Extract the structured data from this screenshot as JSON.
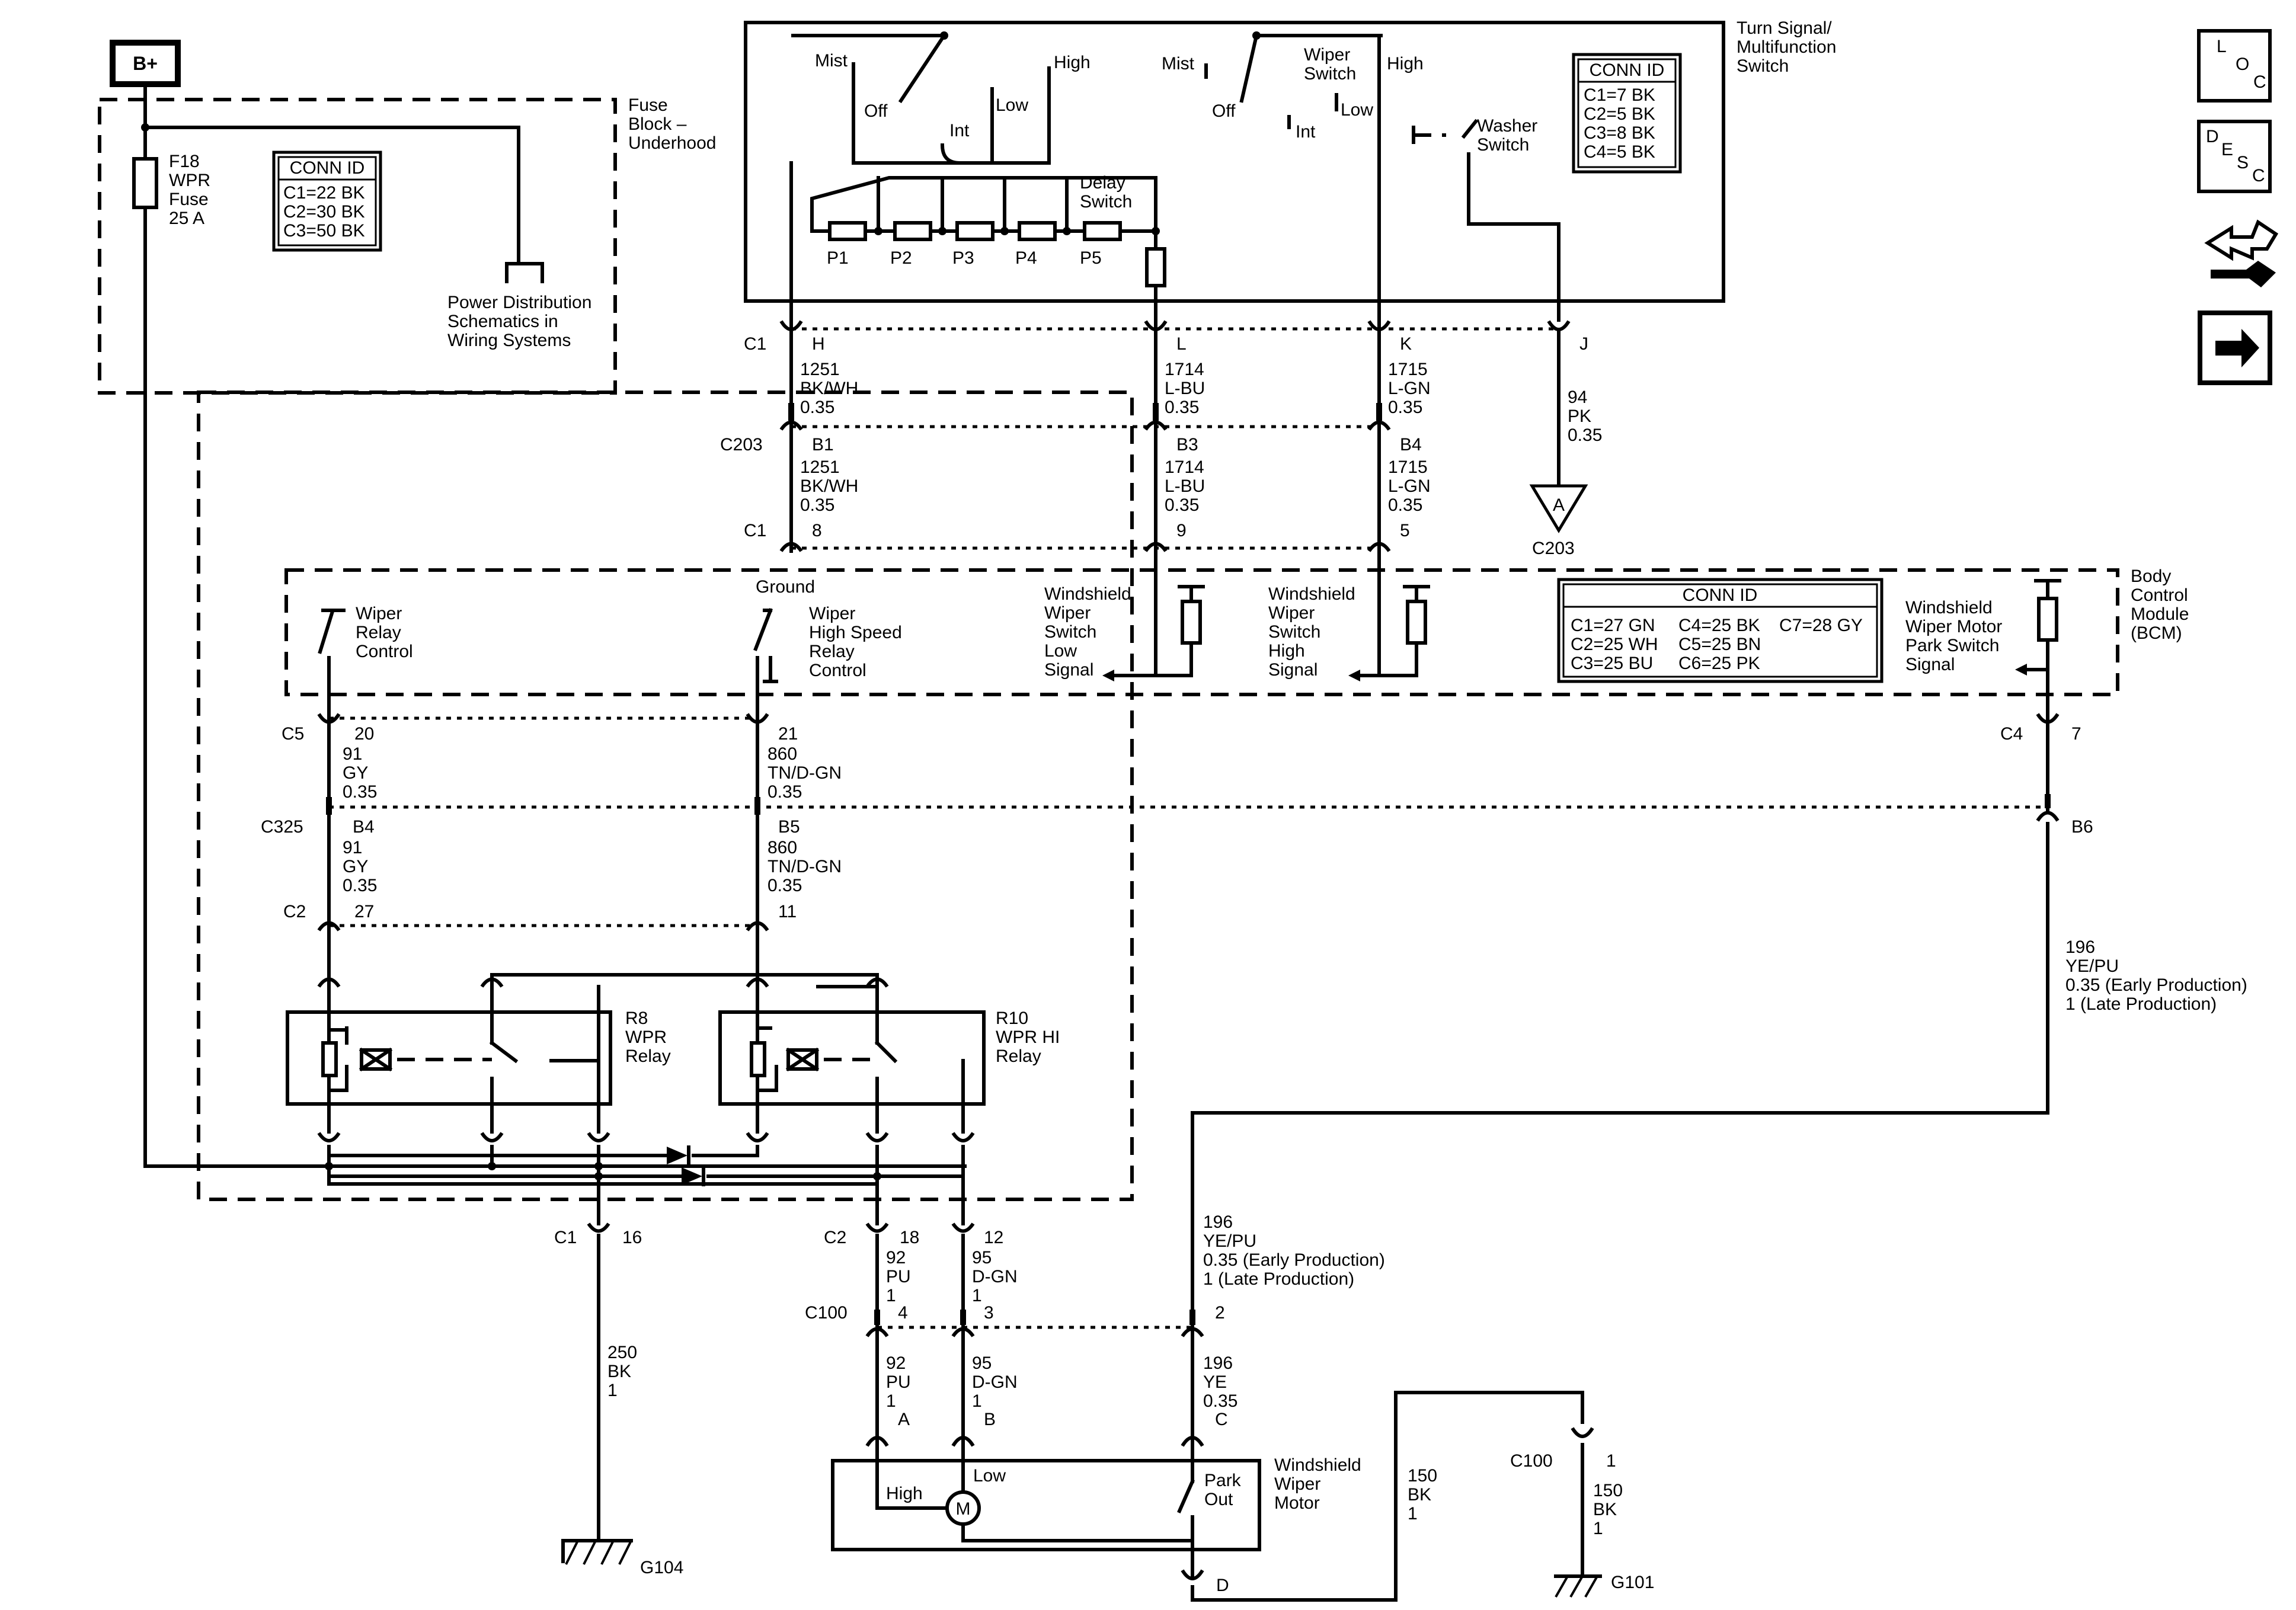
{
  "battery": "B+",
  "fuse_block": {
    "title_1": "Fuse",
    "title_2": "Block –",
    "title_3": "Underhood",
    "fuse_1": "F18",
    "fuse_2": "WPR",
    "fuse_3": "Fuse",
    "fuse_4": "25 A",
    "conn_title": "CONN ID",
    "conn_1": "C1=22 BK",
    "conn_2": "C2=30 BK",
    "conn_3": "C3=50 BK",
    "pd_1": "Power Distribution",
    "pd_2": "Schematics in",
    "pd_3": "Wiring Systems"
  },
  "switch": {
    "title_1": "Turn Signal/",
    "title_2": "Multifunction",
    "title_3": "Switch",
    "mist": "Mist",
    "off": "Off",
    "int": "Int",
    "low": "Low",
    "high": "High",
    "mist2": "Mist",
    "off2": "Off",
    "int2": "Int",
    "low2": "Low",
    "high2": "High",
    "wiper_1": "Wiper",
    "wiper_2": "Switch",
    "delay_1": "Delay",
    "delay_2": "Switch",
    "washer_1": "Washer",
    "washer_2": "Switch",
    "p1": "P1",
    "p2": "P2",
    "p3": "P3",
    "p4": "P4",
    "p5": "P5",
    "conn_title": "CONN ID",
    "conn_1": "C1=7 BK",
    "conn_2": "C2=5 BK",
    "conn_3": "C3=8 BK",
    "conn_4": "C4=5 BK"
  },
  "wires_top": {
    "c1": "C1",
    "h": "H",
    "l": "L",
    "k": "K",
    "j": "J",
    "w1251a_1": "1251",
    "w1251a_2": "BK/WH",
    "w1251a_3": "0.35",
    "w1714a_1": "1714",
    "w1714a_2": "L-BU",
    "w1714a_3": "0.35",
    "w1715a_1": "1715",
    "w1715a_2": "L-GN",
    "w1715a_3": "0.35",
    "w94_1": "94",
    "w94_2": "PK",
    "w94_3": "0.35",
    "c203": "C203",
    "b1": "B1",
    "b3": "B3",
    "b4": "B4",
    "w1251b_1": "1251",
    "w1251b_2": "BK/WH",
    "w1251b_3": "0.35",
    "w1714b_1": "1714",
    "w1714b_2": "L-BU",
    "w1714b_3": "0.35",
    "w1715b_1": "1715",
    "w1715b_2": "L-GN",
    "w1715b_3": "0.35",
    "c1b": "C1",
    "p8": "8",
    "p9": "9",
    "p5": "5",
    "offpage_a": "A",
    "offpage_c203": "C203"
  },
  "bcm": {
    "title_1": "Body",
    "title_2": "Control",
    "title_3": "Module",
    "title_4": "(BCM)",
    "ground": "Ground",
    "wrc_1": "Wiper",
    "wrc_2": "Relay",
    "wrc_3": "Control",
    "whs_1": "Wiper",
    "whs_2": "High Speed",
    "whs_3": "Relay",
    "whs_4": "Control",
    "wsl_1": "Windshield",
    "wsl_2": "Wiper",
    "wsl_3": "Switch",
    "wsl_4": "Low",
    "wsl_5": "Signal",
    "wsh_1": "Windshield",
    "wsh_2": "Wiper",
    "wsh_3": "Switch",
    "wsh_4": "High",
    "wsh_5": "Signal",
    "park_1": "Windshield",
    "park_2": "Wiper Motor",
    "park_3": "Park Switch",
    "park_4": "Signal",
    "conn_title": "CONN ID",
    "conn_1": "C1=27 GN",
    "conn_2": "C2=25 WH",
    "conn_3": "C3=25 BU",
    "conn_4": "C4=25 BK",
    "conn_5": "C5=25 BN",
    "conn_6": "C6=25 PK",
    "conn_7": "C7=28 GY"
  },
  "wires_mid": {
    "c5": "C5",
    "p20": "20",
    "p21": "21",
    "c4": "C4",
    "p7": "7",
    "w91a_1": "91",
    "w91a_2": "GY",
    "w91a_3": "0.35",
    "w860a_1": "860",
    "w860a_2": "TN/D-GN",
    "w860a_3": "0.35",
    "c325": "C325",
    "b4": "B4",
    "b5": "B5",
    "b6": "B6",
    "w91b_1": "91",
    "w91b_2": "GY",
    "w91b_3": "0.35",
    "w860b_1": "860",
    "w860b_2": "TN/D-GN",
    "w860b_3": "0.35",
    "c2": "C2",
    "p27": "27",
    "p11": "11",
    "w196a_1": "196",
    "w196a_2": "YE/PU",
    "w196a_3": "0.35 (Early Production)",
    "w196a_4": "1 (Late Production)"
  },
  "relays": {
    "r8_1": "R8",
    "r8_2": "WPR",
    "r8_3": "Relay",
    "r10_1": "R10",
    "r10_2": "WPR HI",
    "r10_3": "Relay"
  },
  "wires_bottom": {
    "c1": "C1",
    "p16": "16",
    "w250_1": "250",
    "w250_2": "BK",
    "w250_3": "1",
    "g104": "G104",
    "c2": "C2",
    "p18": "18",
    "p12": "12",
    "w92a_1": "92",
    "w92a_2": "PU",
    "w92a_3": "1",
    "w95a_1": "95",
    "w95a_2": "D-GN",
    "w95a_3": "1",
    "w196b_1": "196",
    "w196b_2": "YE/PU",
    "w196b_3": "0.35 (Early Production)",
    "w196b_4": "1 (Late Production)",
    "c100": "C100",
    "p4": "4",
    "p3": "3",
    "p2": "2",
    "w92b_1": "92",
    "w92b_2": "PU",
    "w92b_3": "1",
    "w95b_1": "95",
    "w95b_2": "D-GN",
    "w95b_3": "1",
    "w196c_1": "196",
    "w196c_2": "YE",
    "w196c_3": "0.35",
    "pa": "A",
    "pb": "B",
    "pc": "C",
    "pd": "D",
    "w150a_1": "150",
    "w150a_2": "BK",
    "w150a_3": "1",
    "c100b": "C100",
    "p1": "1",
    "w150b_1": "150",
    "w150b_2": "BK",
    "w150b_3": "1",
    "g101": "G101"
  },
  "motor": {
    "title_1": "Windshield",
    "title_2": "Wiper",
    "title_3": "Motor",
    "high": "High",
    "low": "Low",
    "m": "M",
    "park_1": "Park",
    "park_2": "Out"
  },
  "nav": {
    "loc_l": "L",
    "loc_o": "O",
    "loc_c": "C",
    "desc_d": "D",
    "desc_e": "E",
    "desc_s": "S",
    "desc_c": "C"
  }
}
